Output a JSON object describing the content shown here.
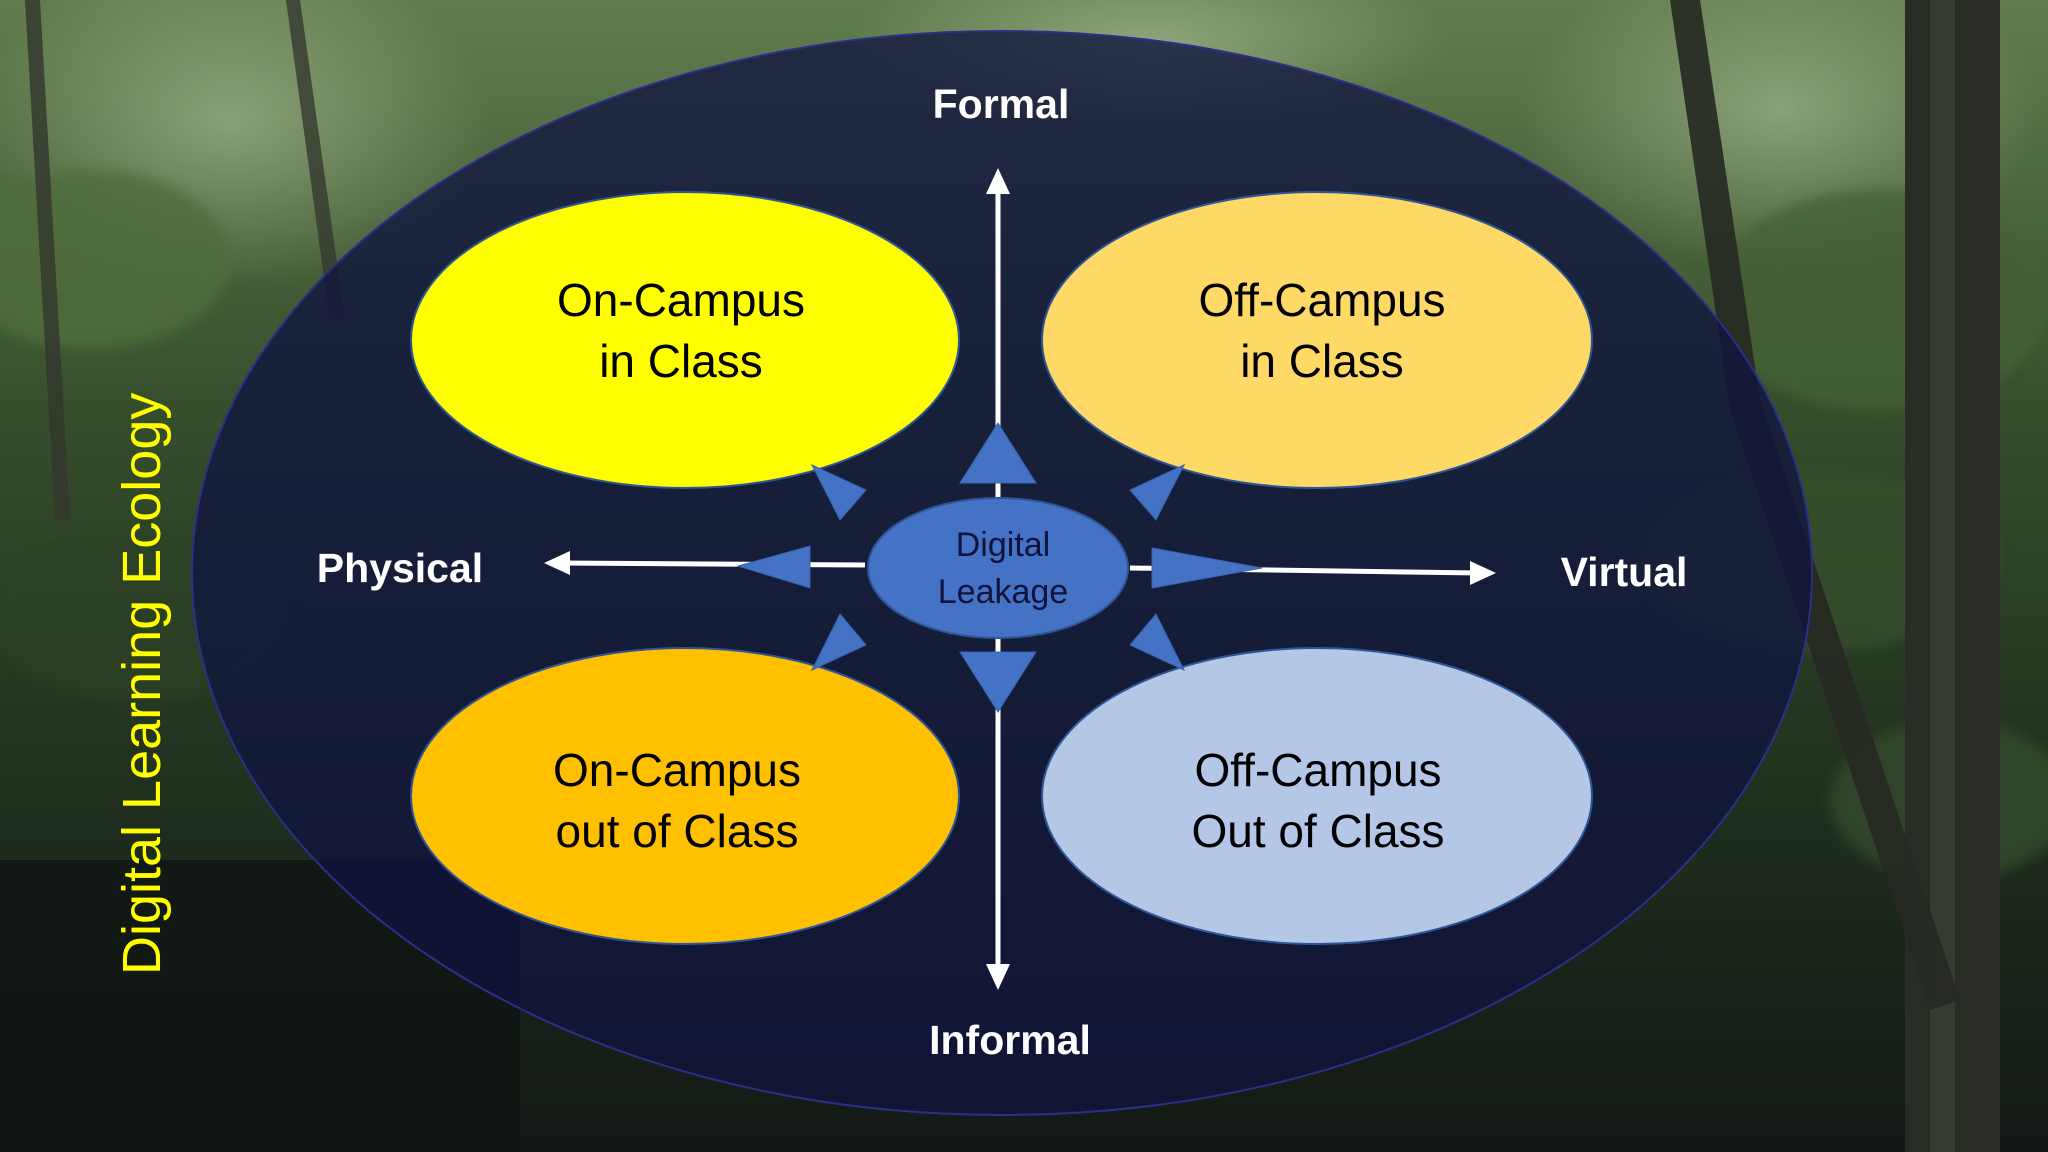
{
  "side_title": "Digital Learning Ecology",
  "axes": {
    "top": "Formal",
    "bottom": "Informal",
    "left": "Physical",
    "right": "Virtual"
  },
  "center": {
    "line1": "Digital",
    "line2": "Leakage",
    "color": "#4472C4"
  },
  "quadrants": [
    {
      "id": "top-left",
      "line1": "On-Campus",
      "line2": "in Class",
      "color": "#FFFF00"
    },
    {
      "id": "top-right",
      "line1": "Off-Campus",
      "line2": "in Class",
      "color": "#FFD966"
    },
    {
      "id": "bottom-left",
      "line1": "On-Campus",
      "line2": "out of Class",
      "color": "#FFC000"
    },
    {
      "id": "bottom-right",
      "line1": "Off-Campus",
      "line2": "Out of Class",
      "color": "#B4C7E7"
    }
  ],
  "colors": {
    "title": "#FFFF00",
    "outer_oval": "#10133D",
    "arrow": "#FFFFFF",
    "spike": "#4472C4"
  }
}
